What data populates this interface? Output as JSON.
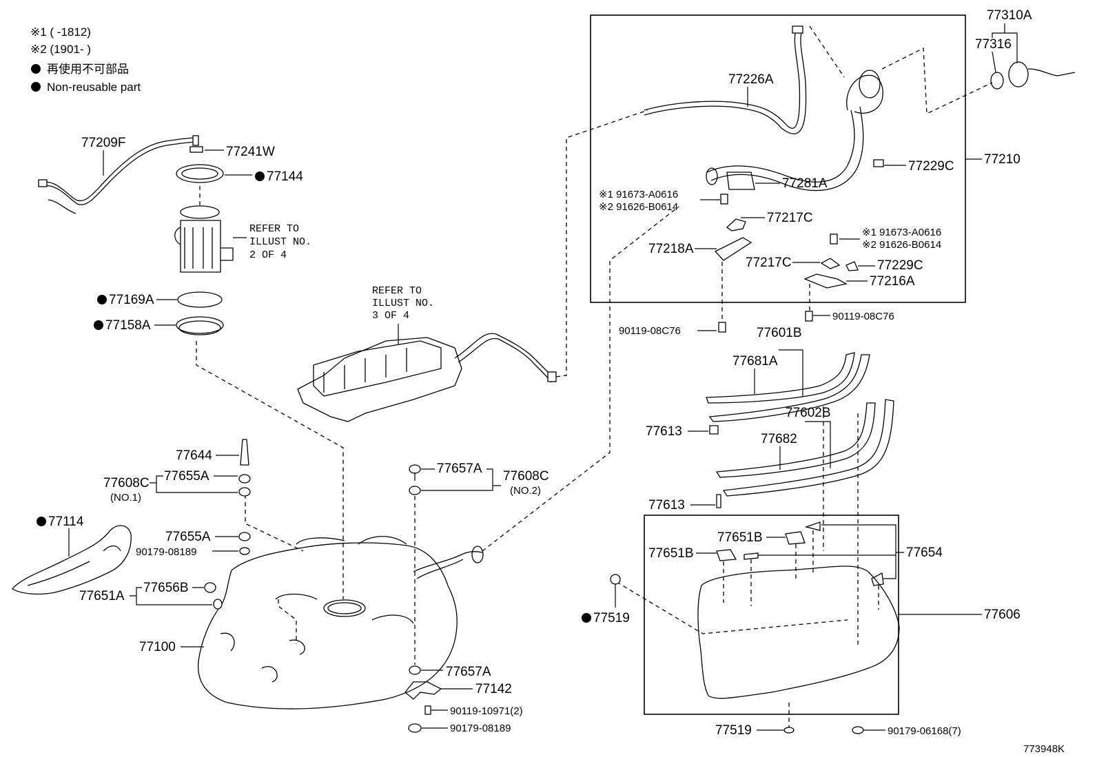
{
  "legend": {
    "note1": "※1 (      -1812)",
    "note2": "※2 (1901-      )",
    "nonreusable_jp": "再使用不可部品",
    "nonreusable_en": "Non-reusable part"
  },
  "refs": {
    "pump_line1": "REFER TO",
    "pump_line2": "ILLUST NO.",
    "pump_line3": "2 OF 4",
    "canister_line1": "REFER TO",
    "canister_line2": "ILLUST NO.",
    "canister_line3": "3 OF 4"
  },
  "parts": {
    "p77209F": "77209F",
    "p77241W": "77241W",
    "p77144": "77144",
    "p77169A": "77169A",
    "p77158A": "77158A",
    "p77644": "77644",
    "p77608C_1": "77608C",
    "p77655A_1": "77655A",
    "no1": "(NO.1)",
    "p77655A_2": "77655A",
    "p90179_08189_1": "90179-08189",
    "p77114": "77114",
    "p77651A": "77651A",
    "p77656B": "77656B",
    "p77100": "77100",
    "p77657A_1": "77657A",
    "p77608C_2": "77608C",
    "no2": "(NO.2)",
    "p77657A_2": "77657A",
    "p77142": "77142",
    "p90119_10971": "90119-10971(2)",
    "p90179_08189_2": "90179-08189",
    "p77310A": "77310A",
    "p77316": "77316",
    "p77226A": "77226A",
    "p77229C_1": "77229C",
    "p77210": "77210",
    "p77281A": "77281A",
    "p91673_1": "※1 91673-A0616",
    "p91626_1": "※2 91626-B0614",
    "p77217C_1": "77217C",
    "p77218A": "77218A",
    "p91673_2": "※1 91673-A0616",
    "p91626_2": "※2 91626-B0614",
    "p77217C_2": "77217C",
    "p77229C_2": "77229C",
    "p77216A": "77216A",
    "p90119_08C76_1": "90119-08C76",
    "p90119_08C76_2": "90119-08C76",
    "p77601B": "77601B",
    "p77681A": "77681A",
    "p77613_1": "77613",
    "p77602B": "77602B",
    "p77682": "77682",
    "p77613_2": "77613",
    "p77651B_1": "77651B",
    "p77651B_2": "77651B",
    "p77654": "77654",
    "p77606": "77606",
    "p77519_1": "77519",
    "p77519_2": "77519",
    "p90179_06168": "90179-06168(7)"
  },
  "footer": {
    "illustration_id": "773948K"
  }
}
